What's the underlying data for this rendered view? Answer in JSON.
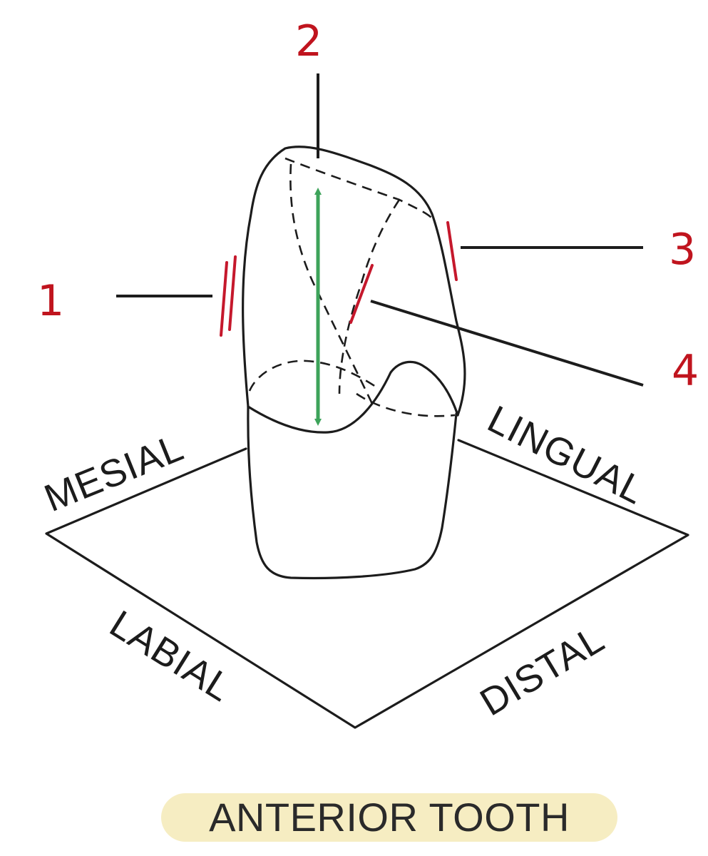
{
  "caption": "ANTERIOR TOOTH",
  "directions": {
    "mesial": "MESIAL",
    "lingual": "LINGUAL",
    "labial": "LABIAL",
    "distal": "DISTAL"
  },
  "callouts": [
    "1",
    "2",
    "3",
    "4"
  ],
  "colors": {
    "outline": "#1c1c1c",
    "callout_number": "#c0141e",
    "callout_mark": "#c5182c",
    "arrow": "#3da35a",
    "caption_highlight": "#f6edc2"
  }
}
